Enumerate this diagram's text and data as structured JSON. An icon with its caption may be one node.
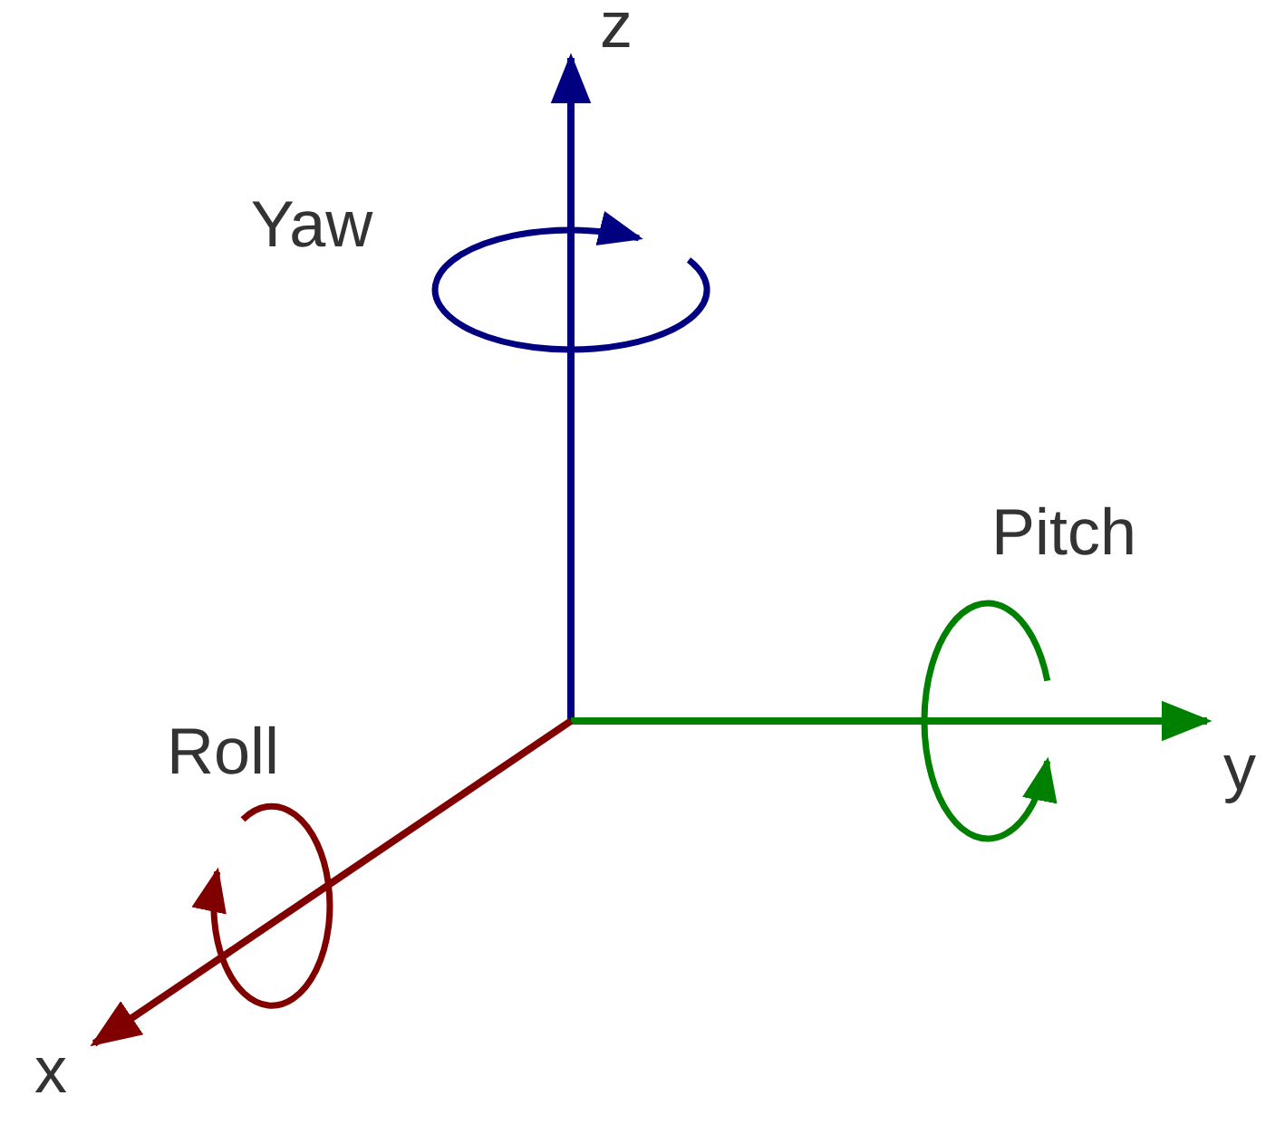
{
  "diagram": {
    "labels": [
      "z",
      "Yaw",
      "Pitch",
      "y",
      "Roll",
      "x"
    ]
  }
}
